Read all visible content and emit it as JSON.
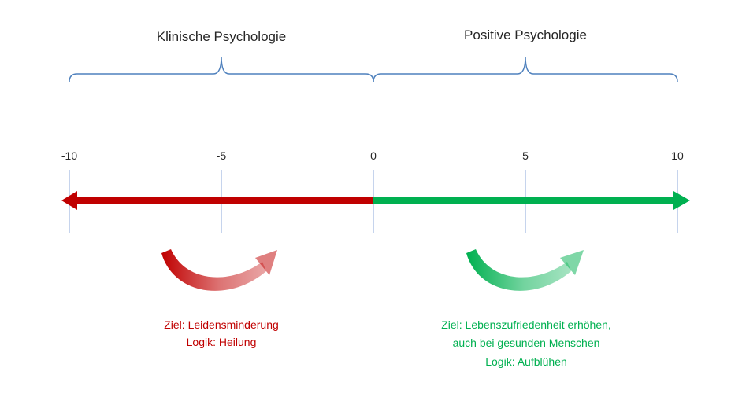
{
  "sections": {
    "left": {
      "title": "Klinische Psychologie"
    },
    "right": {
      "title": "Positive Psychologie"
    }
  },
  "scale": {
    "ticks": [
      {
        "value": -10,
        "label": "-10"
      },
      {
        "value": -5,
        "label": "-5"
      },
      {
        "value": 0,
        "label": "0"
      },
      {
        "value": 5,
        "label": "5"
      },
      {
        "value": 10,
        "label": "10"
      }
    ]
  },
  "captions": {
    "left": [
      "Ziel: Leidensminderung",
      "Logik: Heilung"
    ],
    "right": [
      "Ziel: Lebenszufriedenheit erhöhen,",
      "auch bei gesunden Menschen",
      "Logik: Aufblühen"
    ]
  },
  "colors": {
    "negative": "#c00000",
    "positive": "#00b050",
    "bracket": "#4f81bd",
    "text": "#262626"
  }
}
